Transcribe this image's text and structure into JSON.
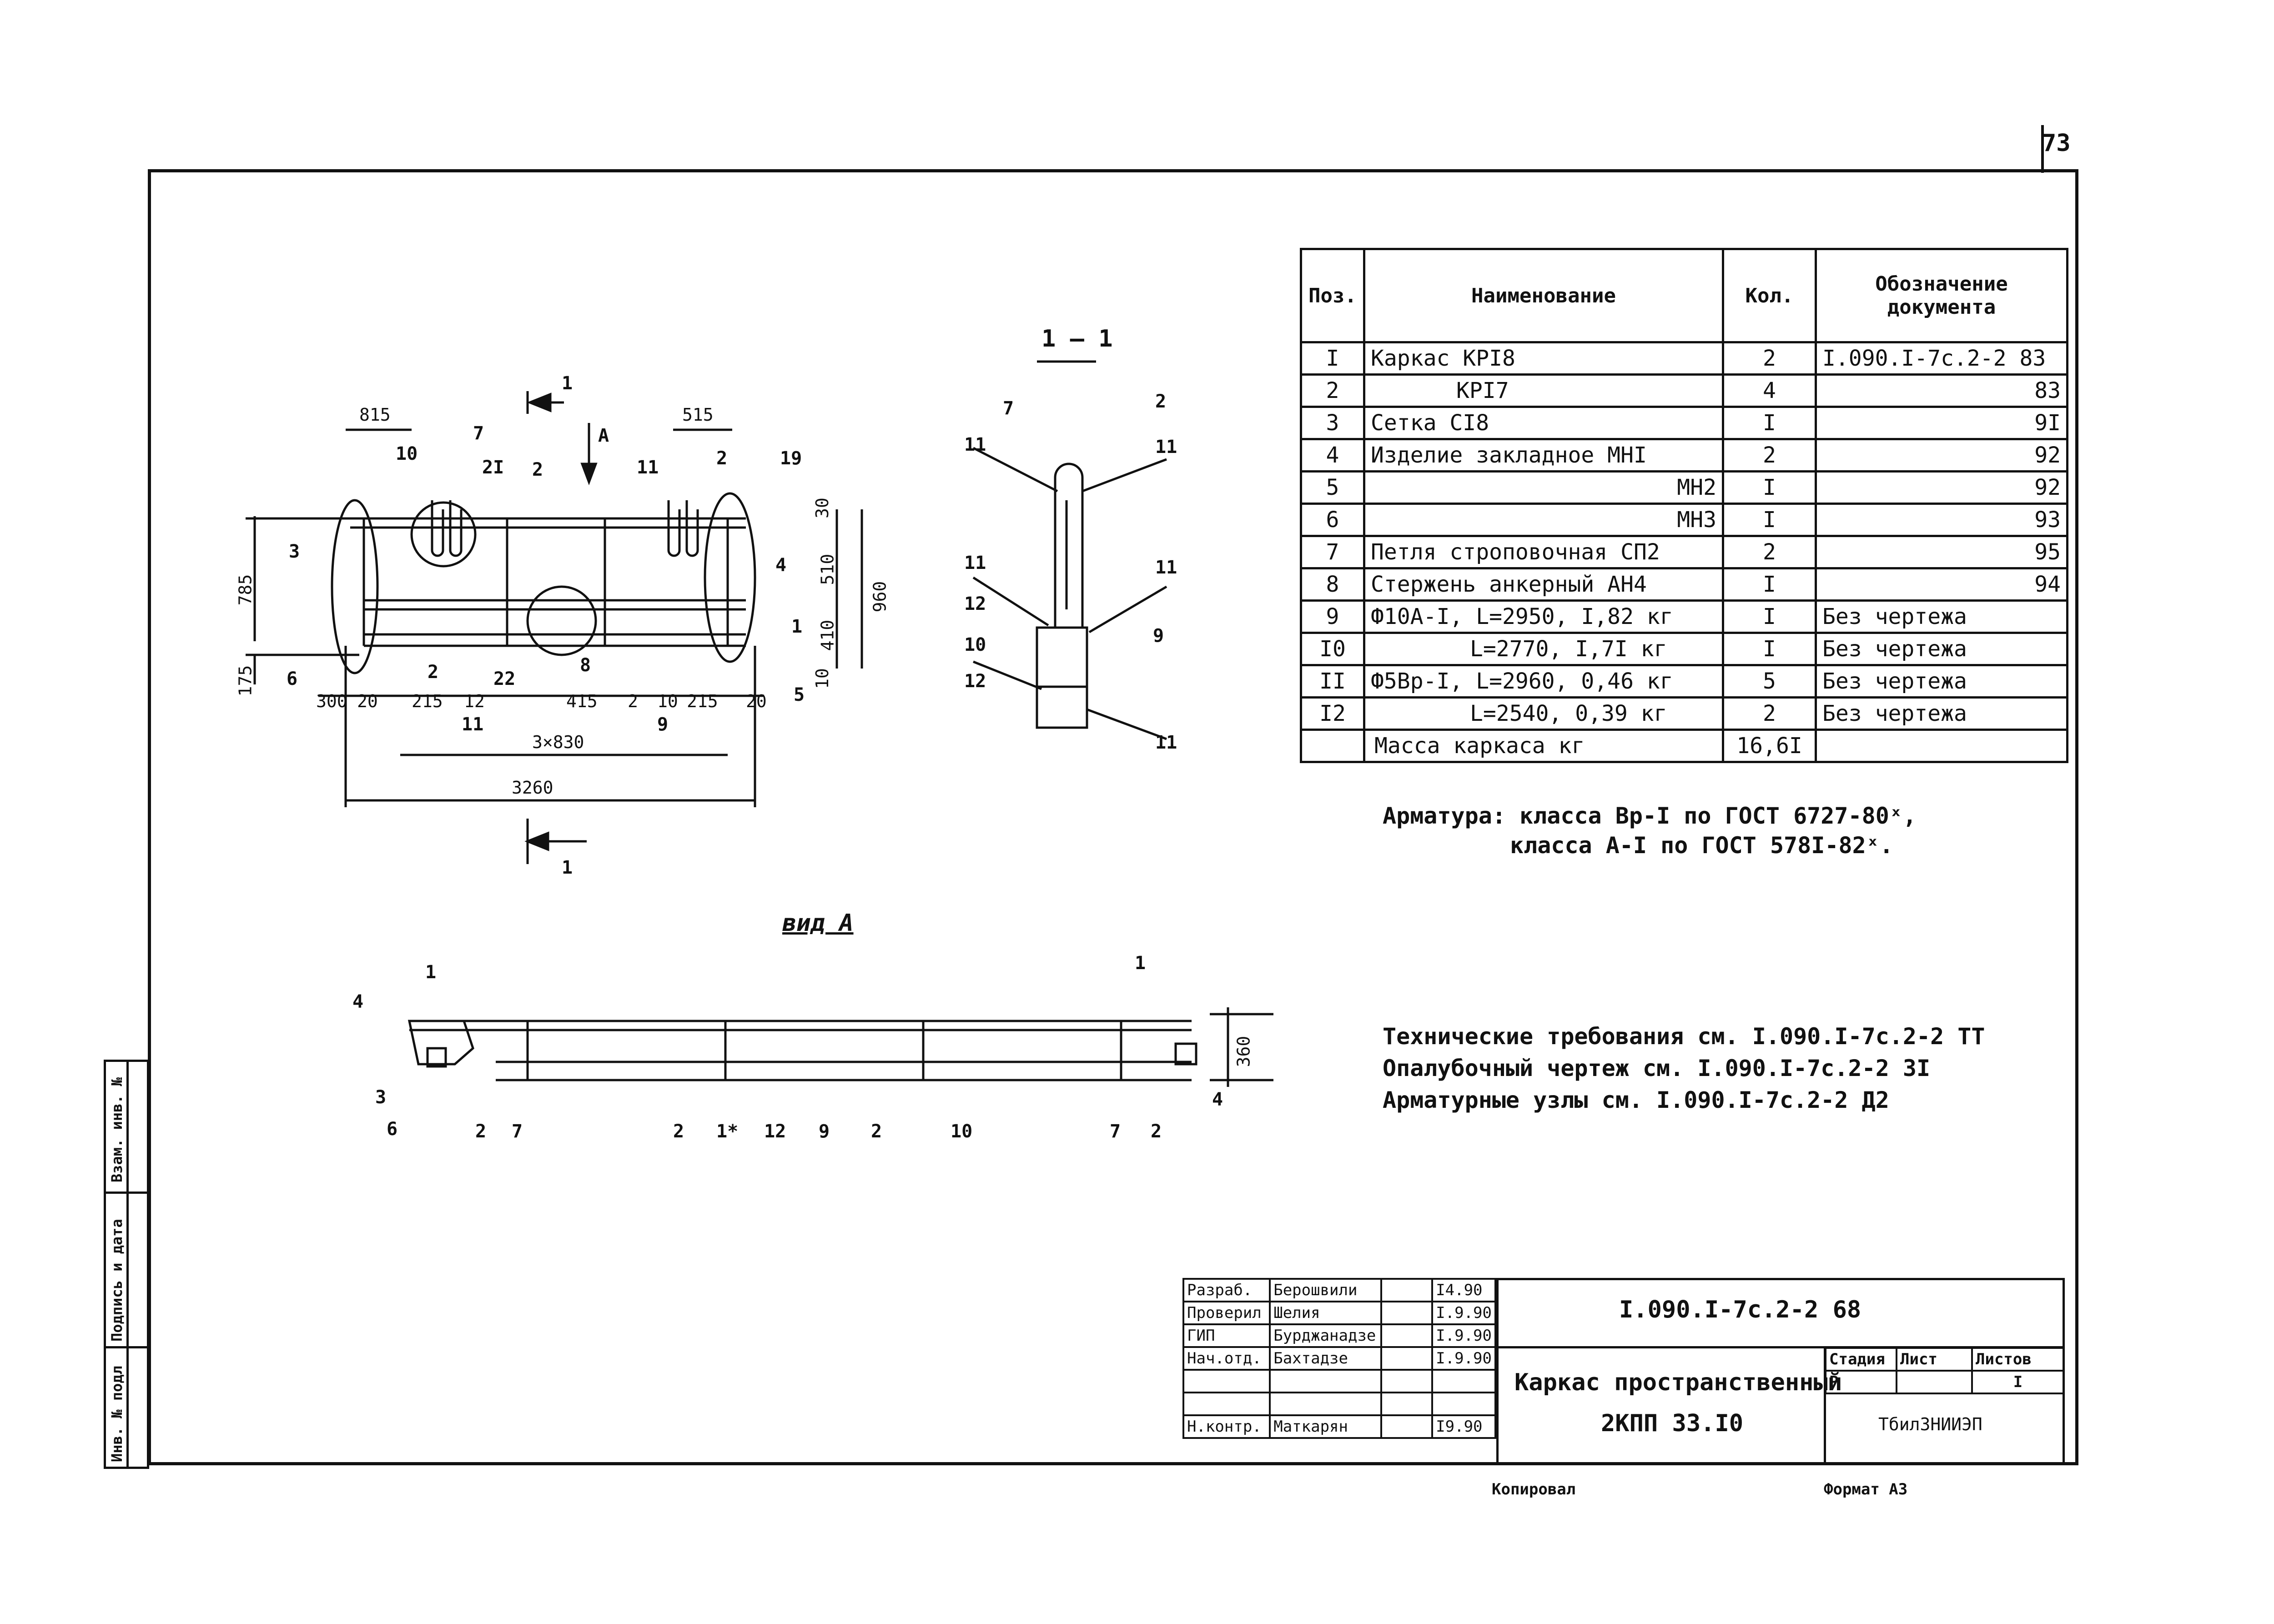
{
  "sheet_number": "73",
  "section_mark": "1 – 1",
  "view_label": "вид А",
  "view_marks": {
    "section_1": "1",
    "view_a": "А"
  },
  "plan_dims": {
    "top_left": "815",
    "top_right": "515",
    "left_785": "785",
    "left_175": "175",
    "right_30": "30",
    "right_510": "510",
    "right_410": "410",
    "right_10": "10",
    "right_960": "960",
    "bottom": [
      "300",
      "20",
      "215",
      "12",
      "415",
      "2",
      "10",
      "215",
      "20"
    ],
    "bays": "3×830",
    "total": "3260"
  },
  "plan_labels": [
    "10",
    "7",
    "2I",
    "2",
    "11",
    "2",
    "19",
    "3",
    "6",
    "2",
    "22",
    "8",
    "4",
    "1",
    "5",
    "11",
    "9"
  ],
  "section_labels": [
    "7",
    "2",
    "11",
    "11",
    "11",
    "11",
    "12",
    "9",
    "10",
    "12",
    "11"
  ],
  "view_dims": {
    "height": "360"
  },
  "view_labels": [
    "1",
    "1",
    "4",
    "3",
    "6",
    "4",
    "2",
    "7",
    "2",
    "1*",
    "12",
    "9",
    "2",
    "10",
    "7",
    "2"
  ],
  "spec_table": {
    "headers": [
      "Поз.",
      "Наименование",
      "Кол.",
      "Обозначение документа"
    ],
    "rows": [
      [
        "I",
        "Каркас КРI8",
        "2",
        "I.090.I-7с.2-2 83"
      ],
      [
        "2",
        "КРI7",
        "4",
        "83"
      ],
      [
        "3",
        "Сетка СI8",
        "I",
        "9I"
      ],
      [
        "4",
        "Изделие закладное МНI",
        "2",
        "92"
      ],
      [
        "5",
        "МН2",
        "I",
        "92"
      ],
      [
        "6",
        "МН3",
        "I",
        "93"
      ],
      [
        "7",
        "Петля строповочная СП2",
        "2",
        "95"
      ],
      [
        "8",
        "Стержень анкерный АН4",
        "I",
        "94"
      ],
      [
        "9",
        "Ф10А-I, L=2950, I,82 кг",
        "I",
        "Без чертежа"
      ],
      [
        "I0",
        "L=2770, I,7I кг",
        "I",
        "Без чертежа"
      ],
      [
        "II",
        "Ф5Вр-I, L=2960, 0,46 кг",
        "5",
        "Без чертежа"
      ],
      [
        "I2",
        "L=2540, 0,39 кг",
        "2",
        "Без чертежа"
      ]
    ],
    "mass_label": "Масса каркаса кг",
    "mass_value": "16,6I"
  },
  "notes": {
    "armature_1": "Арматура: класса Вр-I по ГОСТ 6727-80ˣ,",
    "armature_2": "класса А-I по ГОСТ 578I-82ˣ.",
    "tech_1": "Технические требования см. I.090.I-7с.2-2 ТТ",
    "tech_2": "Опалубочный чертеж см. I.090.I-7с.2-2 3I",
    "tech_3": "Арматурные узлы см. I.090.I-7с.2-2 Д2"
  },
  "title_block": {
    "roles": [
      {
        "role": "Разраб.",
        "name": "Берошвили",
        "date": "I4.90"
      },
      {
        "role": "Проверил",
        "name": "Шелия",
        "date": "I.9.90"
      },
      {
        "role": "ГИП",
        "name": "Бурджанадзе",
        "date": "I.9.90"
      },
      {
        "role": "Нач.отд.",
        "name": "Бахтадзе",
        "date": "I.9.90"
      },
      {
        "role": "",
        "name": "",
        "date": ""
      },
      {
        "role": "",
        "name": "",
        "date": ""
      },
      {
        "role": "Н.контр.",
        "name": "Маткарян",
        "date": "I9.90"
      }
    ],
    "doc_code": "I.090.I-7с.2-2 68",
    "title_line1": "Каркас пространственный",
    "title_line2": "2КПП 33.I0",
    "stage_h": "Стадия",
    "sheet_h": "Лист",
    "sheets_h": "Листов",
    "stage": "Р",
    "sheet": "",
    "sheets": "I",
    "org": "ТбилЗНИИЭП"
  },
  "footer": {
    "copied": "Копировал",
    "format": "Формат А3"
  },
  "side_stamp": [
    "Инв. № подл",
    "Подпись и дата",
    "Взам. инв. №"
  ]
}
